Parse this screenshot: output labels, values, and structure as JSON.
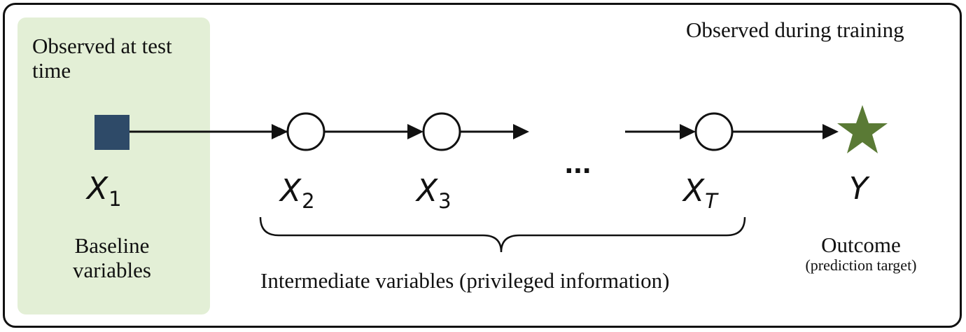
{
  "regions": {
    "training_title": "Observed during training",
    "test_title": "Observed at test time"
  },
  "variables": {
    "x1": {
      "base": "X",
      "sub": "1"
    },
    "x2": {
      "base": "X",
      "sub": "2"
    },
    "x3": {
      "base": "X",
      "sub": "3"
    },
    "xt": {
      "base": "X",
      "sub": "T"
    },
    "y": {
      "base": "Y"
    },
    "ellipsis": "..."
  },
  "captions": {
    "baseline": "Baseline variables",
    "intermediate": "Intermediate variables (privileged information)",
    "outcome": "Outcome",
    "outcome_sub": "(prediction target)"
  },
  "colors": {
    "test_region_fill": "#e3efd6",
    "baseline_node": "#2e4a68",
    "outcome_star": "#5a7a35",
    "line": "#111111"
  },
  "node_shapes": {
    "x1": "filled-square",
    "x2": "open-circle",
    "x3": "open-circle",
    "xt": "open-circle",
    "y": "filled-star"
  }
}
